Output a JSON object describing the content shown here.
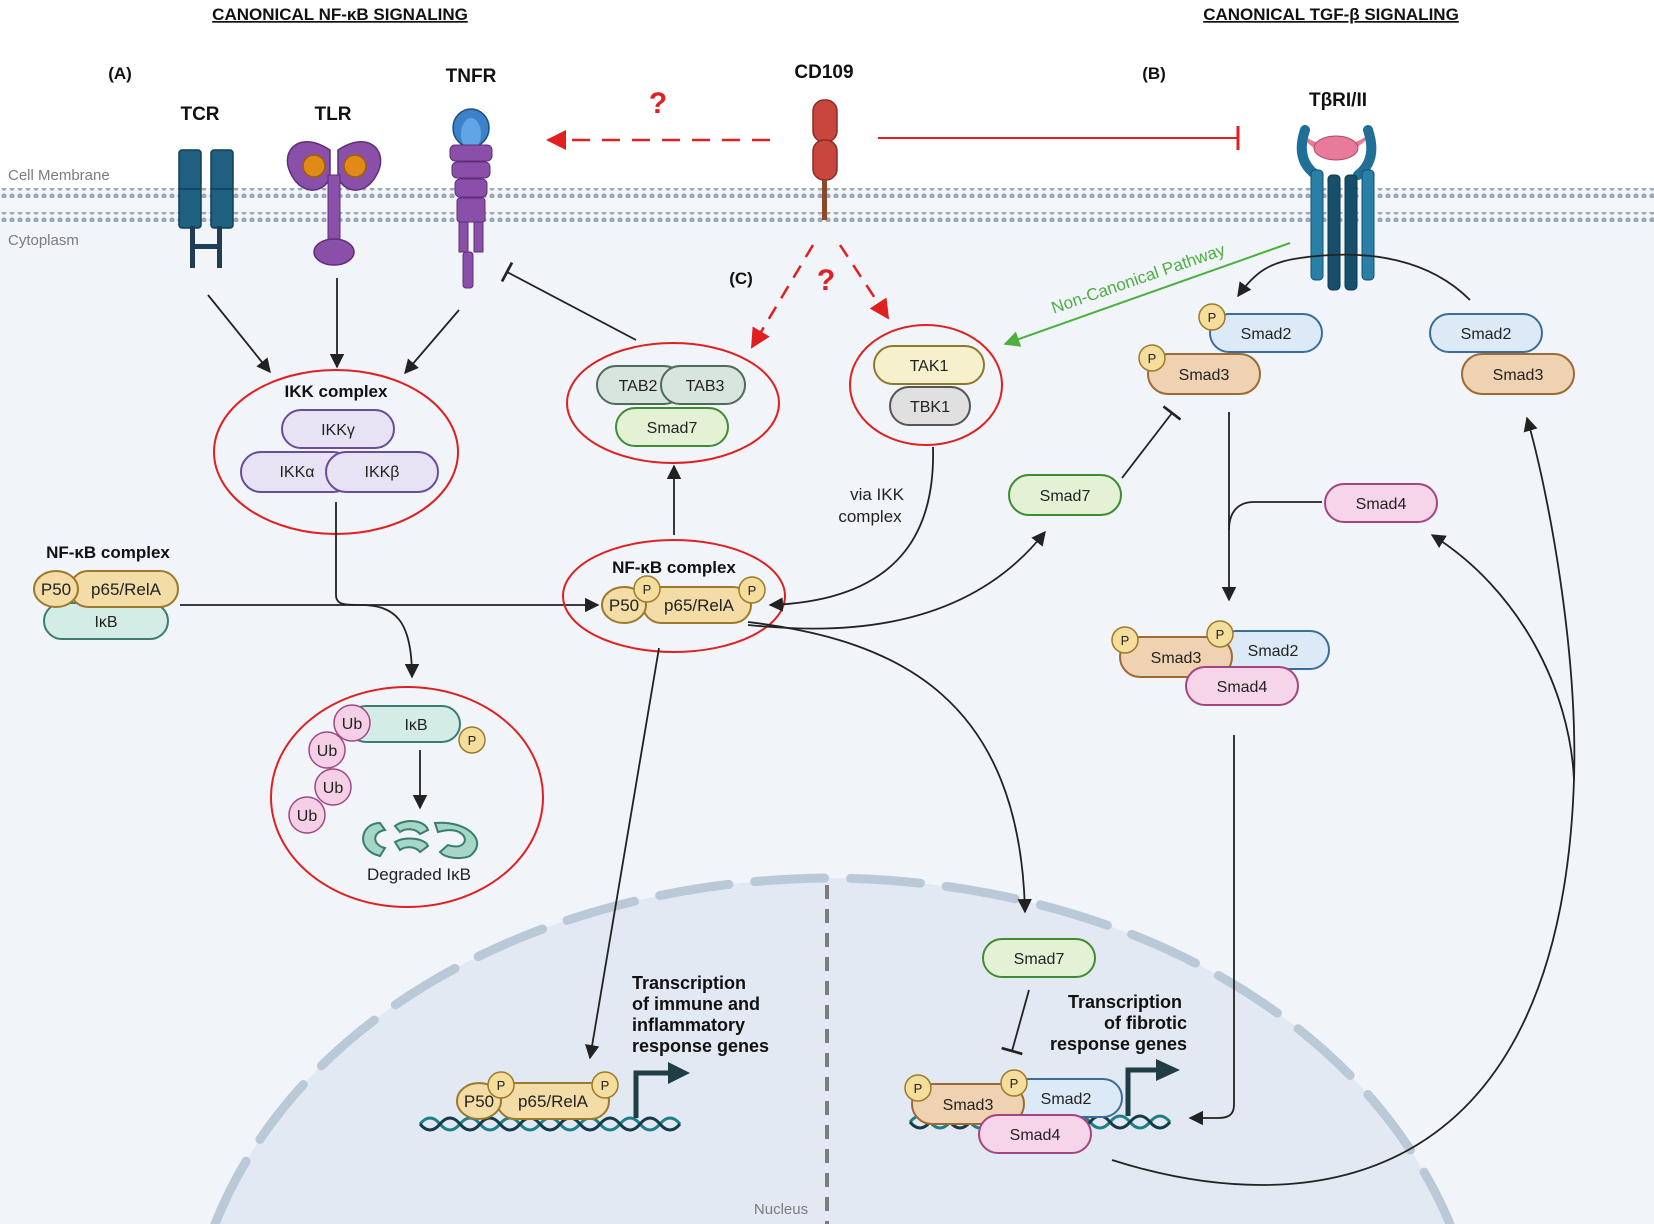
{
  "headers": {
    "nfkb": "CANONICAL NF-κB SIGNALING",
    "tgfb": "CANONICAL TGF-β SIGNALING"
  },
  "panels": {
    "a": "(A)",
    "b": "(B)",
    "c": "(C)"
  },
  "regions": {
    "cell_membrane": "Cell Membrane",
    "cytoplasm": "Cytoplasm",
    "nucleus": "Nucleus"
  },
  "receptors": {
    "tcr": "TCR",
    "tlr": "TLR",
    "tnfr": "TNFR",
    "cd109": "CD109",
    "tgfbr": "TβRI/II"
  },
  "unknown_mark": "?",
  "ikk": {
    "title": "IKK complex",
    "gamma": "IKKγ",
    "alpha": "IKKα",
    "beta": "IKKβ"
  },
  "nfkb_inactive": {
    "title": "NF-κB complex",
    "p50": "P50",
    "p65": "p65/RelA",
    "ikb": "IκB"
  },
  "nfkb_active": {
    "title": "NF-κB complex",
    "p50": "P50",
    "p65": "p65/RelA"
  },
  "phospho": "P",
  "ubiquitin": "Ub",
  "degradation": {
    "ikb": "IκB",
    "label": "Degraded IκB"
  },
  "tab_complex": {
    "tab2": "TAB2",
    "tab3": "TAB3",
    "smad7": "Smad7"
  },
  "tak_complex": {
    "tak1": "TAK1",
    "tbk1": "TBK1"
  },
  "via_ikk": [
    "via IKK",
    "complex"
  ],
  "noncanonical": "Non-Canonical Pathway",
  "smads": {
    "smad2": "Smad2",
    "smad3": "Smad3",
    "smad4": "Smad4",
    "smad7": "Smad7"
  },
  "transcription_nfkb": [
    "Transcription",
    "of immune and",
    "inflammatory",
    "response genes"
  ],
  "transcription_tgfb": [
    "Transcription",
    "of fibrotic",
    "response genes"
  ],
  "colors": {
    "red": "#e02020",
    "green": "#4caf3e",
    "receptor_blue": "#1f5f80",
    "purple": "#8a4fa8",
    "cd109": "#c9463f",
    "ikk_fill": "#e8e2f5",
    "ikk_stroke": "#6a4c9c",
    "p65_fill": "#f3dca6",
    "p65_stroke": "#9c7a2c",
    "ikb_fill": "#d3ece5",
    "ikb_stroke": "#3a7d6e",
    "smad7_fill": "#e3f2d5",
    "smad7_stroke": "#3f8c32",
    "smad2_fill": "#dceaf7",
    "smad2_stroke": "#3b6d9c",
    "smad3_fill": "#efd2b2",
    "smad3_stroke": "#9c6a34",
    "smad4_fill": "#f6d4ea",
    "smad4_stroke": "#a2467f",
    "ub_fill": "#f4cfe6",
    "ub_stroke": "#a04887",
    "tab_fill": "#d8e5df",
    "tab_stroke": "#4d6a5d"
  },
  "icons": {
    "tcr": "tcr-receptor-icon",
    "tlr": "tlr-receptor-icon",
    "tnfr": "tnfr-receptor-icon",
    "cd109": "cd109-protein-icon",
    "tgfbr": "tgfb-receptor-icon",
    "dna": "dna-helix-icon",
    "promoter": "transcription-arrow-icon"
  }
}
